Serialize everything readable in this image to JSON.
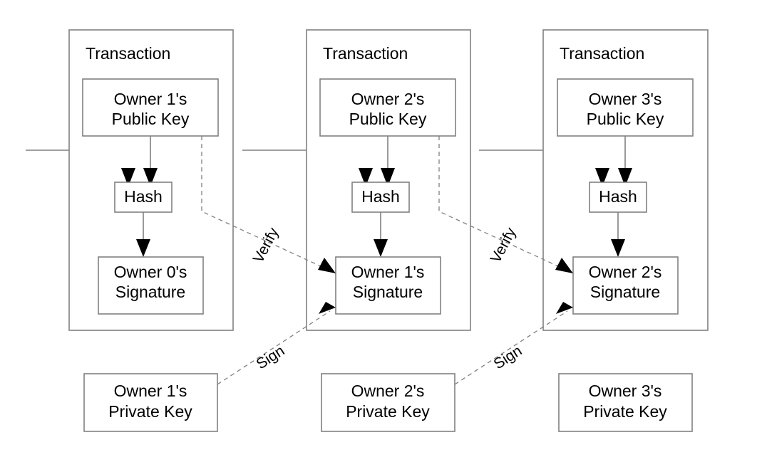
{
  "diagram": {
    "title": "Bitcoin transaction chain of digital signatures",
    "background_color": "#ffffff",
    "line_color": "#808080",
    "arrow_color": "#000000",
    "text_color": "#000000"
  },
  "transactions": [
    {
      "panel_title": "Transaction",
      "public_key_line1": "Owner 1's",
      "public_key_line2": "Public Key",
      "hash_label": "Hash",
      "signature_line1": "Owner 0's",
      "signature_line2": "Signature"
    },
    {
      "panel_title": "Transaction",
      "public_key_line1": "Owner 2's",
      "public_key_line2": "Public Key",
      "hash_label": "Hash",
      "signature_line1": "Owner 1's",
      "signature_line2": "Signature"
    },
    {
      "panel_title": "Transaction",
      "public_key_line1": "Owner 3's",
      "public_key_line2": "Public Key",
      "hash_label": "Hash",
      "signature_line1": "Owner 2's",
      "signature_line2": "Signature"
    }
  ],
  "private_keys": [
    {
      "line1": "Owner 1's",
      "line2": "Private Key"
    },
    {
      "line1": "Owner 2's",
      "line2": "Private Key"
    },
    {
      "line1": "Owner 3's",
      "line2": "Private Key"
    }
  ],
  "edge_labels": {
    "verify_1": "Verify",
    "verify_2": "Verify",
    "sign_1": "Sign",
    "sign_2": "Sign"
  }
}
